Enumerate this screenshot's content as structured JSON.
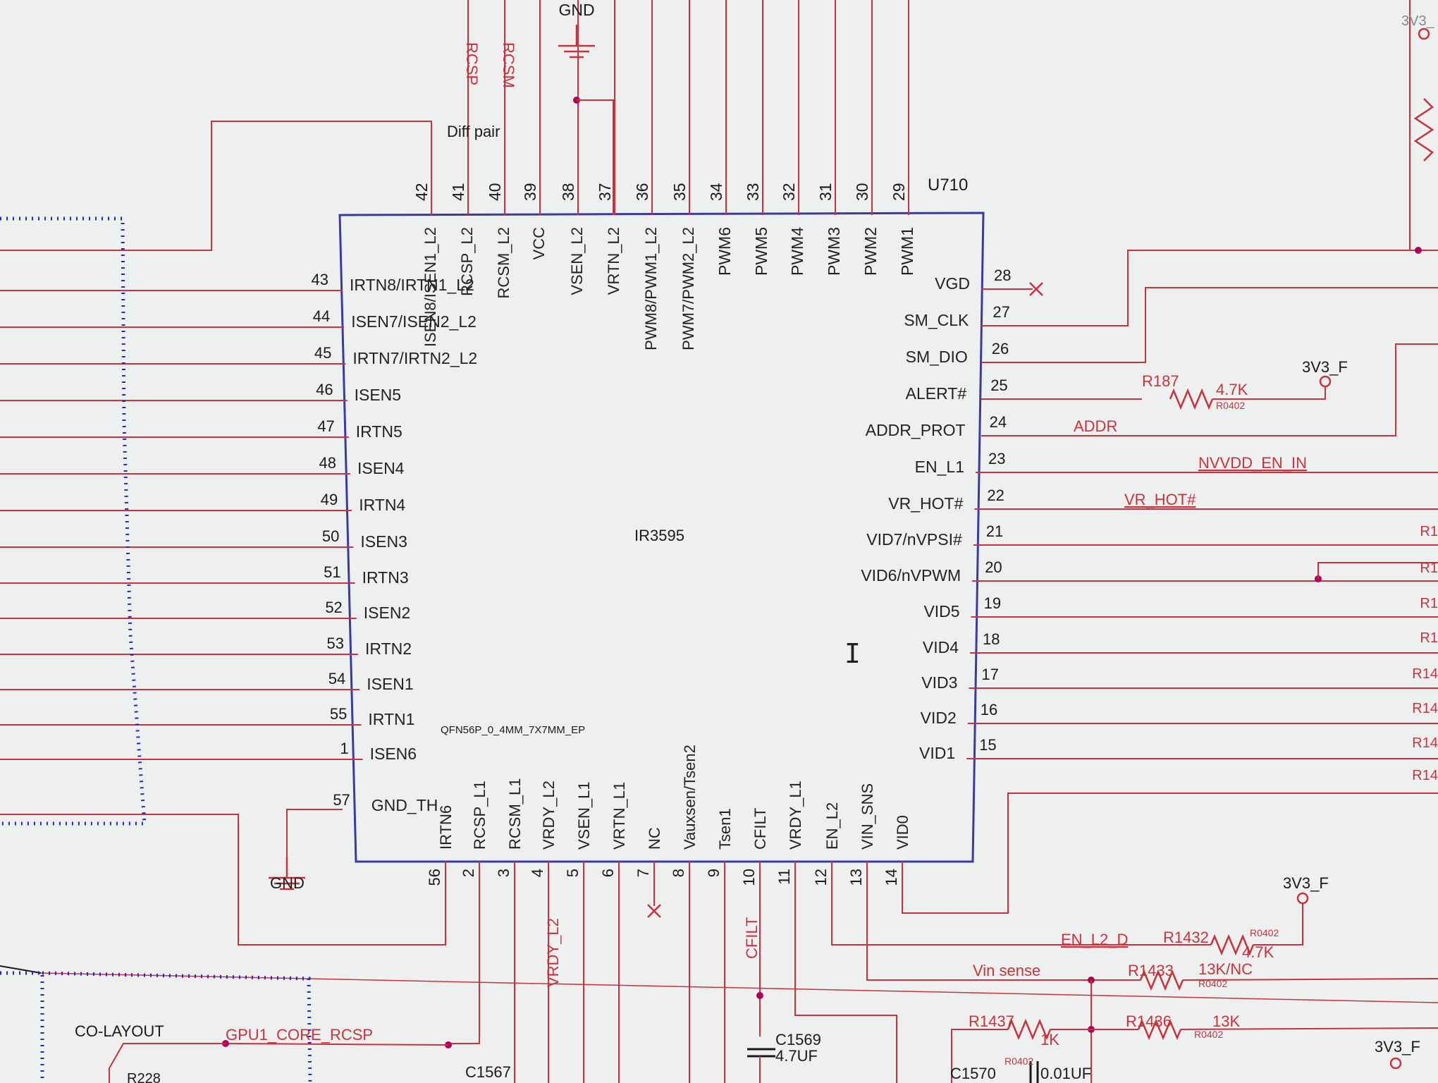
{
  "chip": {
    "ref": "U710",
    "part": "IR3595",
    "package": "QFN56P_0_4MM_7X7MM_EP"
  },
  "pins": {
    "left": [
      {
        "num": "43",
        "name": "IRTN8/IRTN1_L2"
      },
      {
        "num": "44",
        "name": "ISEN7/ISEN2_L2"
      },
      {
        "num": "45",
        "name": "IRTN7/IRTN2_L2"
      },
      {
        "num": "46",
        "name": "ISEN5"
      },
      {
        "num": "47",
        "name": "IRTN5"
      },
      {
        "num": "48",
        "name": "ISEN4"
      },
      {
        "num": "49",
        "name": "IRTN4"
      },
      {
        "num": "50",
        "name": "ISEN3"
      },
      {
        "num": "51",
        "name": "IRTN3"
      },
      {
        "num": "52",
        "name": "ISEN2"
      },
      {
        "num": "53",
        "name": "IRTN2"
      },
      {
        "num": "54",
        "name": "ISEN1"
      },
      {
        "num": "55",
        "name": "IRTN1"
      },
      {
        "num": "1",
        "name": "ISEN6"
      },
      {
        "num": "57",
        "name": "GND_TH"
      }
    ],
    "top": [
      {
        "num": "42",
        "name": "ISEN8/ISEN1_L2"
      },
      {
        "num": "41",
        "name": "RCSP_L2"
      },
      {
        "num": "40",
        "name": "RCSM_L2"
      },
      {
        "num": "39",
        "name": "VCC"
      },
      {
        "num": "38",
        "name": "VSEN_L2"
      },
      {
        "num": "37",
        "name": "VRTN_L2"
      },
      {
        "num": "36",
        "name": "PWM8/PWM1_L2"
      },
      {
        "num": "35",
        "name": "PWM7/PWM2_L2"
      },
      {
        "num": "34",
        "name": "PWM6"
      },
      {
        "num": "33",
        "name": "PWM5"
      },
      {
        "num": "32",
        "name": "PWM4"
      },
      {
        "num": "31",
        "name": "PWM3"
      },
      {
        "num": "30",
        "name": "PWM2"
      },
      {
        "num": "29",
        "name": "PWM1"
      }
    ],
    "right": [
      {
        "num": "28",
        "name": "VGD"
      },
      {
        "num": "27",
        "name": "SM_CLK"
      },
      {
        "num": "26",
        "name": "SM_DIO"
      },
      {
        "num": "25",
        "name": "ALERT#"
      },
      {
        "num": "24",
        "name": "ADDR_PROT"
      },
      {
        "num": "23",
        "name": "EN_L1"
      },
      {
        "num": "22",
        "name": "VR_HOT#"
      },
      {
        "num": "21",
        "name": "VID7/nVPSI#"
      },
      {
        "num": "20",
        "name": "VID6/nVPWM"
      },
      {
        "num": "19",
        "name": "VID5"
      },
      {
        "num": "18",
        "name": "VID4"
      },
      {
        "num": "17",
        "name": "VID3"
      },
      {
        "num": "16",
        "name": "VID2"
      },
      {
        "num": "15",
        "name": "VID1"
      }
    ],
    "bottom": [
      {
        "num": "56",
        "name": "IRTN6"
      },
      {
        "num": "2",
        "name": "RCSP_L1"
      },
      {
        "num": "3",
        "name": "RCSM_L1"
      },
      {
        "num": "4",
        "name": "VRDY_L2"
      },
      {
        "num": "5",
        "name": "VSEN_L1"
      },
      {
        "num": "6",
        "name": "VRTN_L1"
      },
      {
        "num": "7",
        "name": "NC"
      },
      {
        "num": "8",
        "name": "Vauxsen/Tsen2"
      },
      {
        "num": "9",
        "name": "Tsen1"
      },
      {
        "num": "10",
        "name": "CFILT"
      },
      {
        "num": "11",
        "name": "VRDY_L1"
      },
      {
        "num": "12",
        "name": "EN_L2"
      },
      {
        "num": "13",
        "name": "VIN_SNS"
      },
      {
        "num": "14",
        "name": "VID0"
      }
    ]
  },
  "nets": {
    "gnd_top": "GND",
    "gnd_left": "GND",
    "rcsp": "RCSP",
    "rcsm": "RCSM",
    "diff_pair": "Diff pair",
    "addr": "ADDR",
    "nvvdd_en_in": "NVVDD_EN_IN",
    "vr_hot": "VR_HOT#",
    "en_l2_d": "EN_L2_D",
    "vin_sense": "Vin sense",
    "vrdy_l2": "VRDY_L2",
    "cfilt": "CFILT",
    "gpu1_core_rcsp": "GPU1_CORE_RCSP",
    "co_layout": "CO-LAYOUT",
    "rail_top": "3V3_",
    "rail_1": "3V3_F",
    "rail_2": "3V3_F",
    "rail_3": "3V3_F"
  },
  "parts": {
    "r187": {
      "ref": "R187",
      "value": "4.7K",
      "pkg": "R0402"
    },
    "r1432": {
      "ref": "R1432",
      "value": "4.7K",
      "pkg": "R0402"
    },
    "r1433": {
      "ref": "R1433",
      "value": "13K/NC",
      "pkg": "R0402"
    },
    "r1437": {
      "ref": "R1437",
      "value": "1K",
      "pkg": "R0402"
    },
    "r1436": {
      "ref": "R1436",
      "value": "13K",
      "pkg": "R0402"
    },
    "c1569": {
      "ref": "C1569",
      "value": "4.7UF"
    },
    "c1567": {
      "ref": "C1567"
    },
    "c1570": {
      "ref": "C1570",
      "value": "0.01UF"
    },
    "r228": {
      "ref": "R228"
    }
  },
  "edge_refs": [
    "R1",
    "R1",
    "R1",
    "R1",
    "R14",
    "R14",
    "R14",
    "R14"
  ]
}
